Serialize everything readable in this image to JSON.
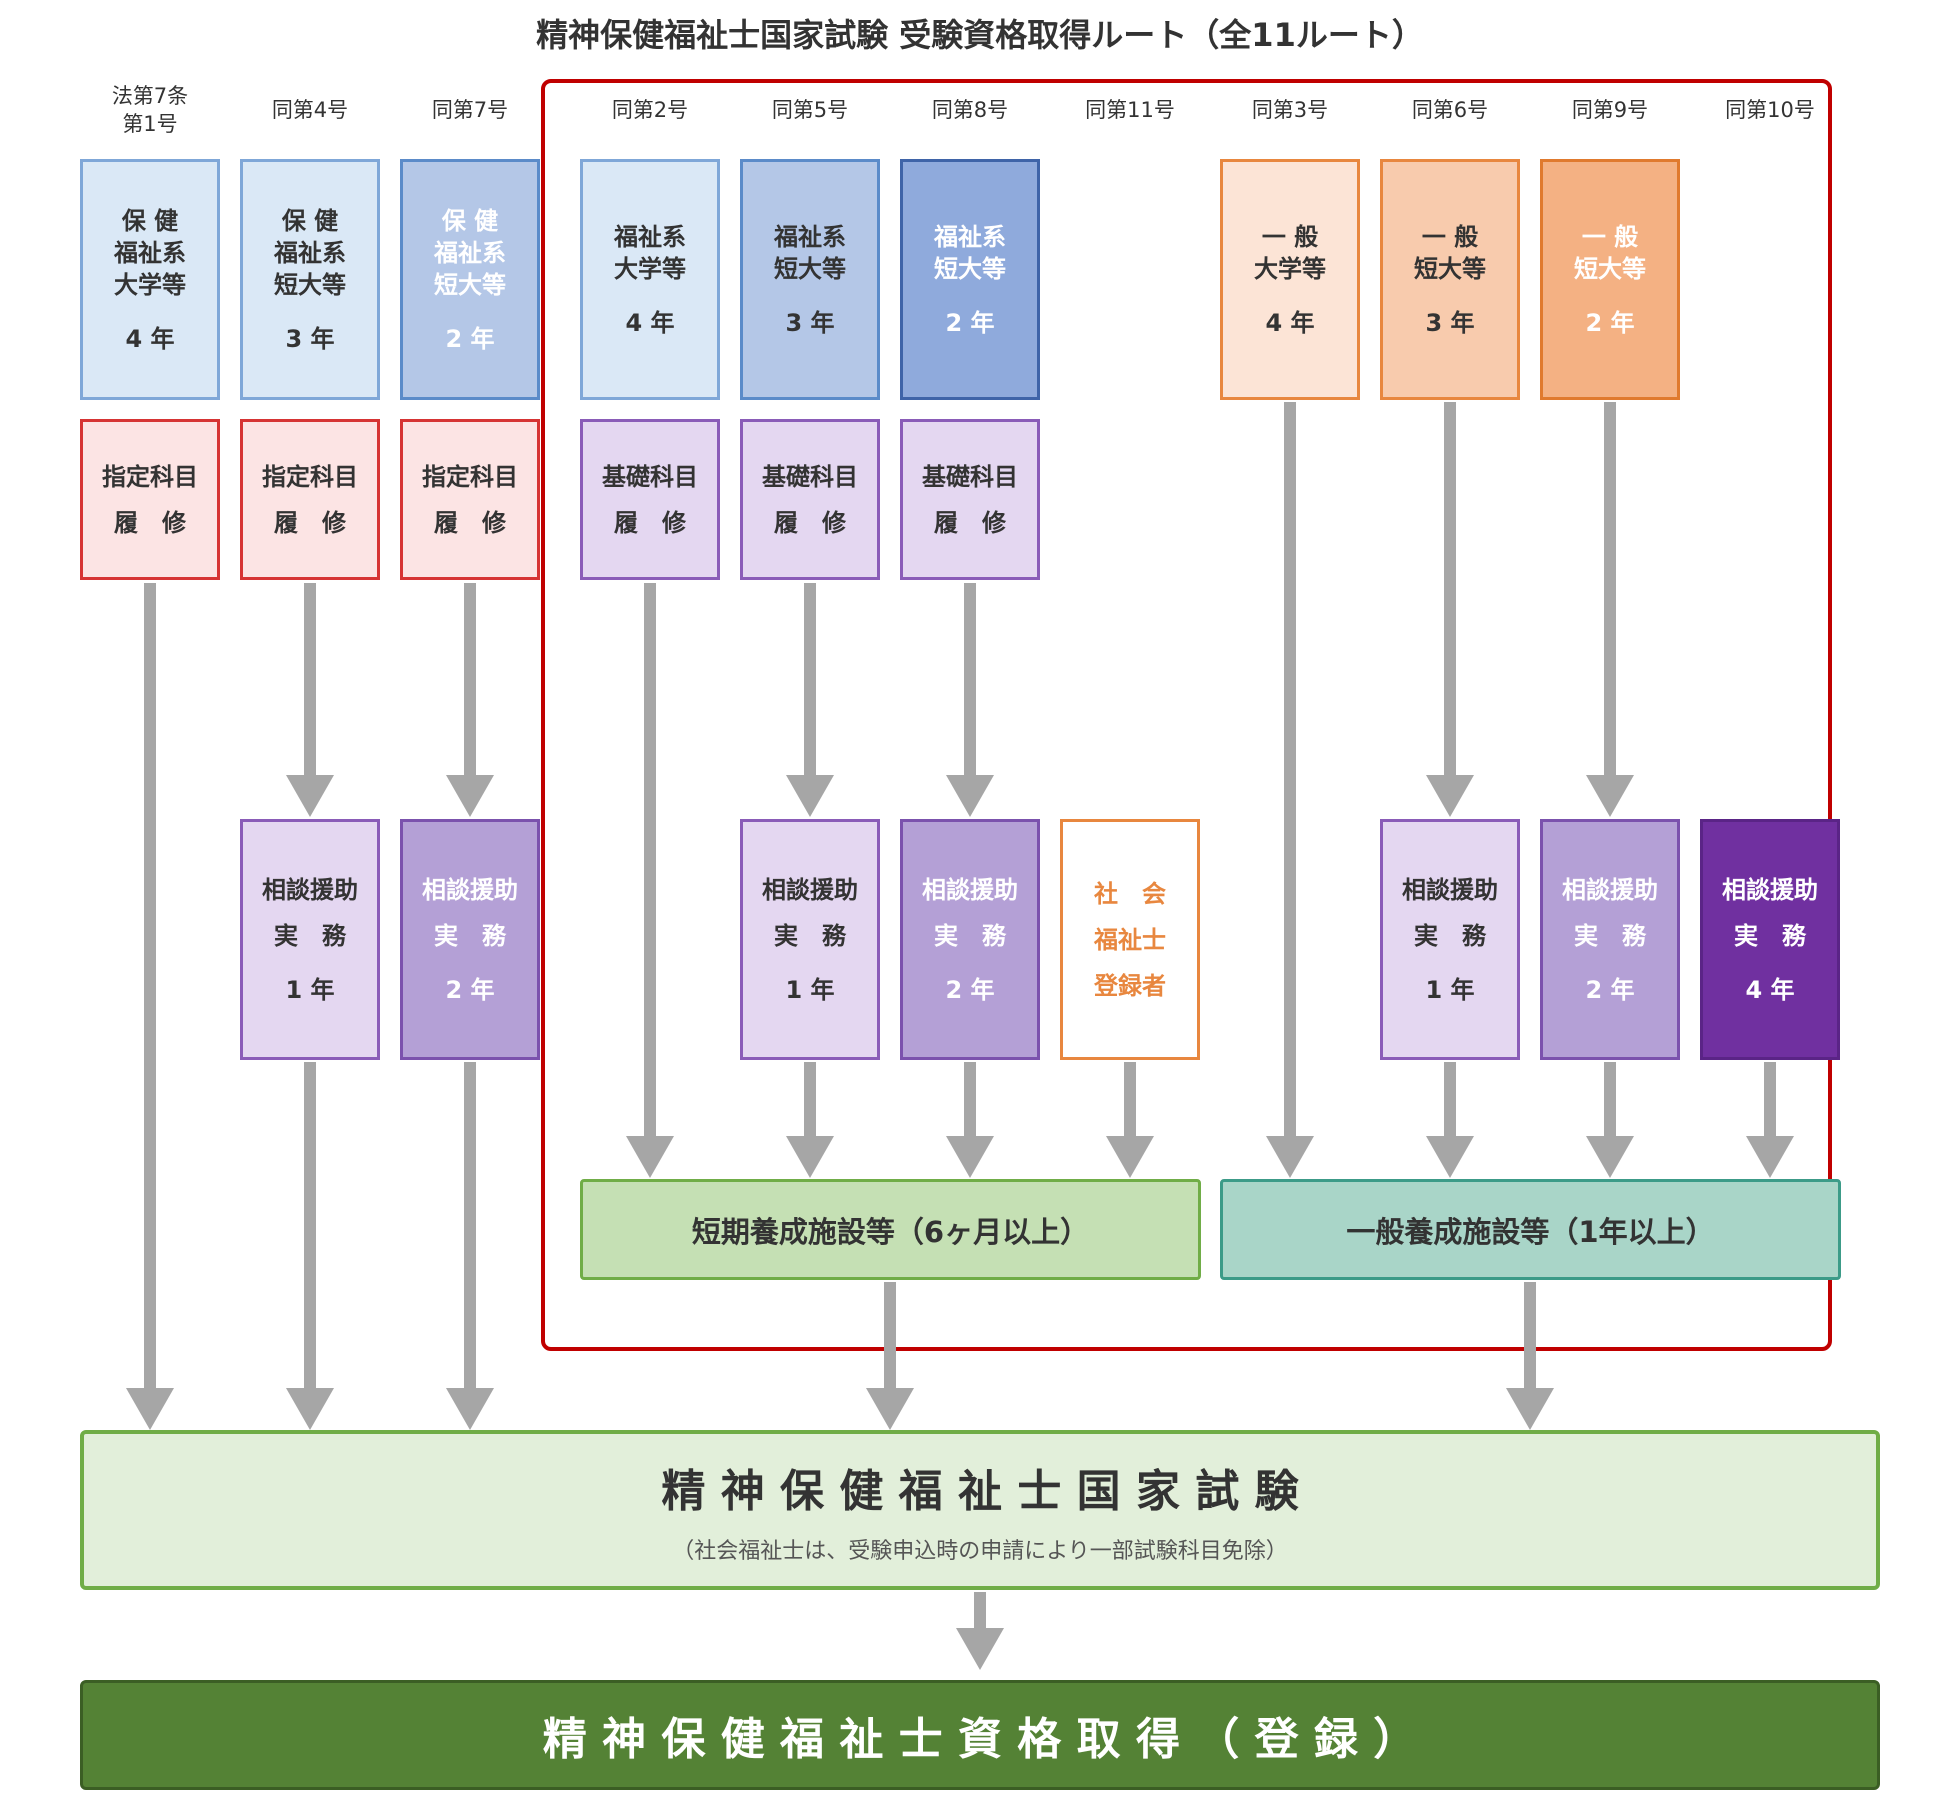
{
  "title": "精神保健福祉士国家試験 受験資格取得ルート（全11ルート）",
  "colors": {
    "frame_red": "#c00000",
    "arrow_gray": "#a6a6a6",
    "blue_light": "#dae8f6",
    "blue_mid": "#b4c7e7",
    "blue_dark": "#8faadc",
    "orange_light": "#fce4d6",
    "orange_mid": "#f8cbad",
    "orange_dark": "#f4b183",
    "red_fill": "#fce4e4",
    "purple_light": "#e4d7f1",
    "purple_mid": "#b4a0d6",
    "purple_dark": "#7030a0",
    "green_short": "#c5e0b4",
    "teal_general": "#a9d5c8",
    "exam_fill": "#e2efda",
    "qual_fill": "#548235"
  },
  "columns": [
    {
      "header": [
        "法第7条",
        "第1号"
      ]
    },
    {
      "header": [
        "同第4号"
      ]
    },
    {
      "header": [
        "同第7号"
      ]
    },
    {
      "header": [
        "同第2号"
      ]
    },
    {
      "header": [
        "同第5号"
      ]
    },
    {
      "header": [
        "同第8号"
      ]
    },
    {
      "header": [
        "同第11号"
      ]
    },
    {
      "header": [
        "同第3号"
      ]
    },
    {
      "header": [
        "同第6号"
      ]
    },
    {
      "header": [
        "同第9号"
      ]
    },
    {
      "header": [
        "同第10号"
      ]
    }
  ],
  "schools": {
    "c1": {
      "lines": [
        "保 健",
        "福祉系",
        "大学等"
      ],
      "years": "4 年"
    },
    "c2": {
      "lines": [
        "保 健",
        "福祉系",
        "短大等"
      ],
      "years": "3 年"
    },
    "c3": {
      "lines": [
        "保 健",
        "福祉系",
        "短大等"
      ],
      "years": "2 年"
    },
    "c4": {
      "lines": [
        "福祉系",
        "大学等"
      ],
      "years": "4 年"
    },
    "c5": {
      "lines": [
        "福祉系",
        "短大等"
      ],
      "years": "3 年"
    },
    "c6": {
      "lines": [
        "福祉系",
        "短大等"
      ],
      "years": "2 年"
    },
    "c8": {
      "lines": [
        "一 般",
        "大学等"
      ],
      "years": "4 年"
    },
    "c9": {
      "lines": [
        "一 般",
        "短大等"
      ],
      "years": "3 年"
    },
    "c10": {
      "lines": [
        "一 般",
        "短大等"
      ],
      "years": "2 年"
    }
  },
  "courses": {
    "c1": [
      "指定科目",
      "履　修"
    ],
    "c2": [
      "指定科目",
      "履　修"
    ],
    "c3": [
      "指定科目",
      "履　修"
    ],
    "c4": [
      "基礎科目",
      "履　修"
    ],
    "c5": [
      "基礎科目",
      "履　修"
    ],
    "c6": [
      "基礎科目",
      "履　修"
    ]
  },
  "practice": {
    "c2": {
      "lines": [
        "相談援助",
        "実　務"
      ],
      "years": "1 年"
    },
    "c3": {
      "lines": [
        "相談援助",
        "実　務"
      ],
      "years": "2 年"
    },
    "c5": {
      "lines": [
        "相談援助",
        "実　務"
      ],
      "years": "1 年"
    },
    "c6": {
      "lines": [
        "相談援助",
        "実　務"
      ],
      "years": "2 年"
    },
    "c7": {
      "lines": [
        "社　会",
        "福祉士",
        "登録者"
      ]
    },
    "c9": {
      "lines": [
        "相談援助",
        "実　務"
      ],
      "years": "1 年"
    },
    "c10": {
      "lines": [
        "相談援助",
        "実　務"
      ],
      "years": "2 年"
    },
    "c11": {
      "lines": [
        "相談援助",
        "実　務"
      ],
      "years": "4 年"
    }
  },
  "facilities": {
    "short": "短期養成施設等（6ヶ月以上）",
    "general": "一般養成施設等（1年以上）"
  },
  "exam": {
    "title": "精 神 保 健 福 祉 士 国 家 試 験",
    "note": "（社会福祉士は、受験申込時の申請により一部試験科目免除）"
  },
  "qualification": "精 神 保 健 福 祉 士 資 格 取 得 （ 登 録 ）"
}
